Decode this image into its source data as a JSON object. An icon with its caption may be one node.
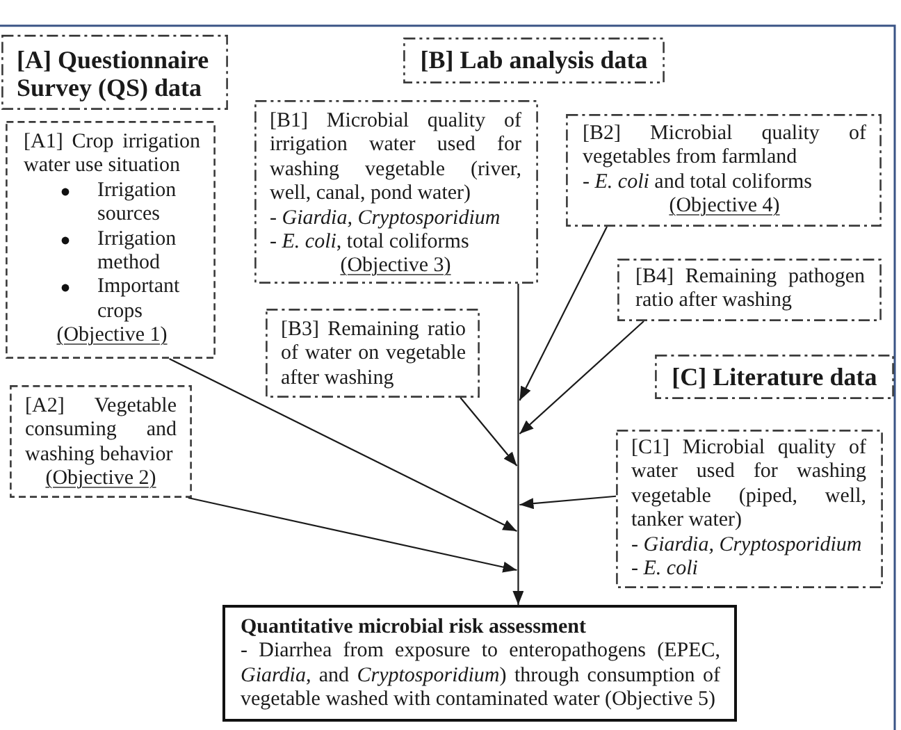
{
  "diagram": {
    "nodes": [
      {
        "text": [
          "[A] Questionnaire Survey (QS) data"
        ]
      },
      {
        "text": [
          "[B] Lab analysis data"
        ]
      },
      {
        "text": [
          "[A1] Crop irrigation water use situation",
          "Irrigation sources",
          "Irrigation method",
          "Important crops",
          "(Objective 1)"
        ]
      },
      {
        "text": [
          "[B1] Microbial quality of irrigation water used for washing vegetable (river, well, canal, pond water)",
          "- *Giardia, Cryptosporidium*",
          "- *E. coli*, total coliforms",
          "(Objective 3)"
        ]
      },
      {
        "text": [
          "[B2] Microbial quality of vegetables from farmland",
          "- *E. coli* and total coliforms",
          "(Objective 4)"
        ]
      },
      {
        "text": [
          "[B4] Remaining pathogen ratio after washing"
        ]
      },
      {
        "text": [
          "[B3] Remaining ratio of water on vegetable after washing"
        ]
      },
      {
        "text": [
          "[C] Literature data"
        ]
      },
      {
        "text": [
          "[A2] Vegetable consuming and washing behavior",
          "(Objective 2)"
        ]
      },
      {
        "text": [
          "[C1] Microbial quality of water used for washing vegetable (piped, well, tanker water)",
          "- *Giardia, Cryptosporidium*",
          "- *E. coli*"
        ]
      },
      {
        "text": [
          "Quantitative microbial risk assessment",
          "- Diarrhea from exposure to enteropathogens (EPEC, *Giardia,* and *Cryptosporidium*) through consumption of vegetable washed with contaminated water (Objective 5)"
        ]
      }
    ],
    "edges": [
      {
        "from": 3,
        "to": 10,
        "arrow": "to"
      },
      {
        "from": 4,
        "to": 10,
        "arrow": "to"
      },
      {
        "from": 5,
        "to": 10,
        "arrow": "to"
      },
      {
        "from": 6,
        "to": 10,
        "arrow": "to"
      },
      {
        "from": 9,
        "to": 10,
        "arrow": "to"
      },
      {
        "from": 2,
        "to": 10,
        "arrow": "to"
      },
      {
        "from": 8,
        "to": 10,
        "arrow": "to"
      }
    ]
  }
}
